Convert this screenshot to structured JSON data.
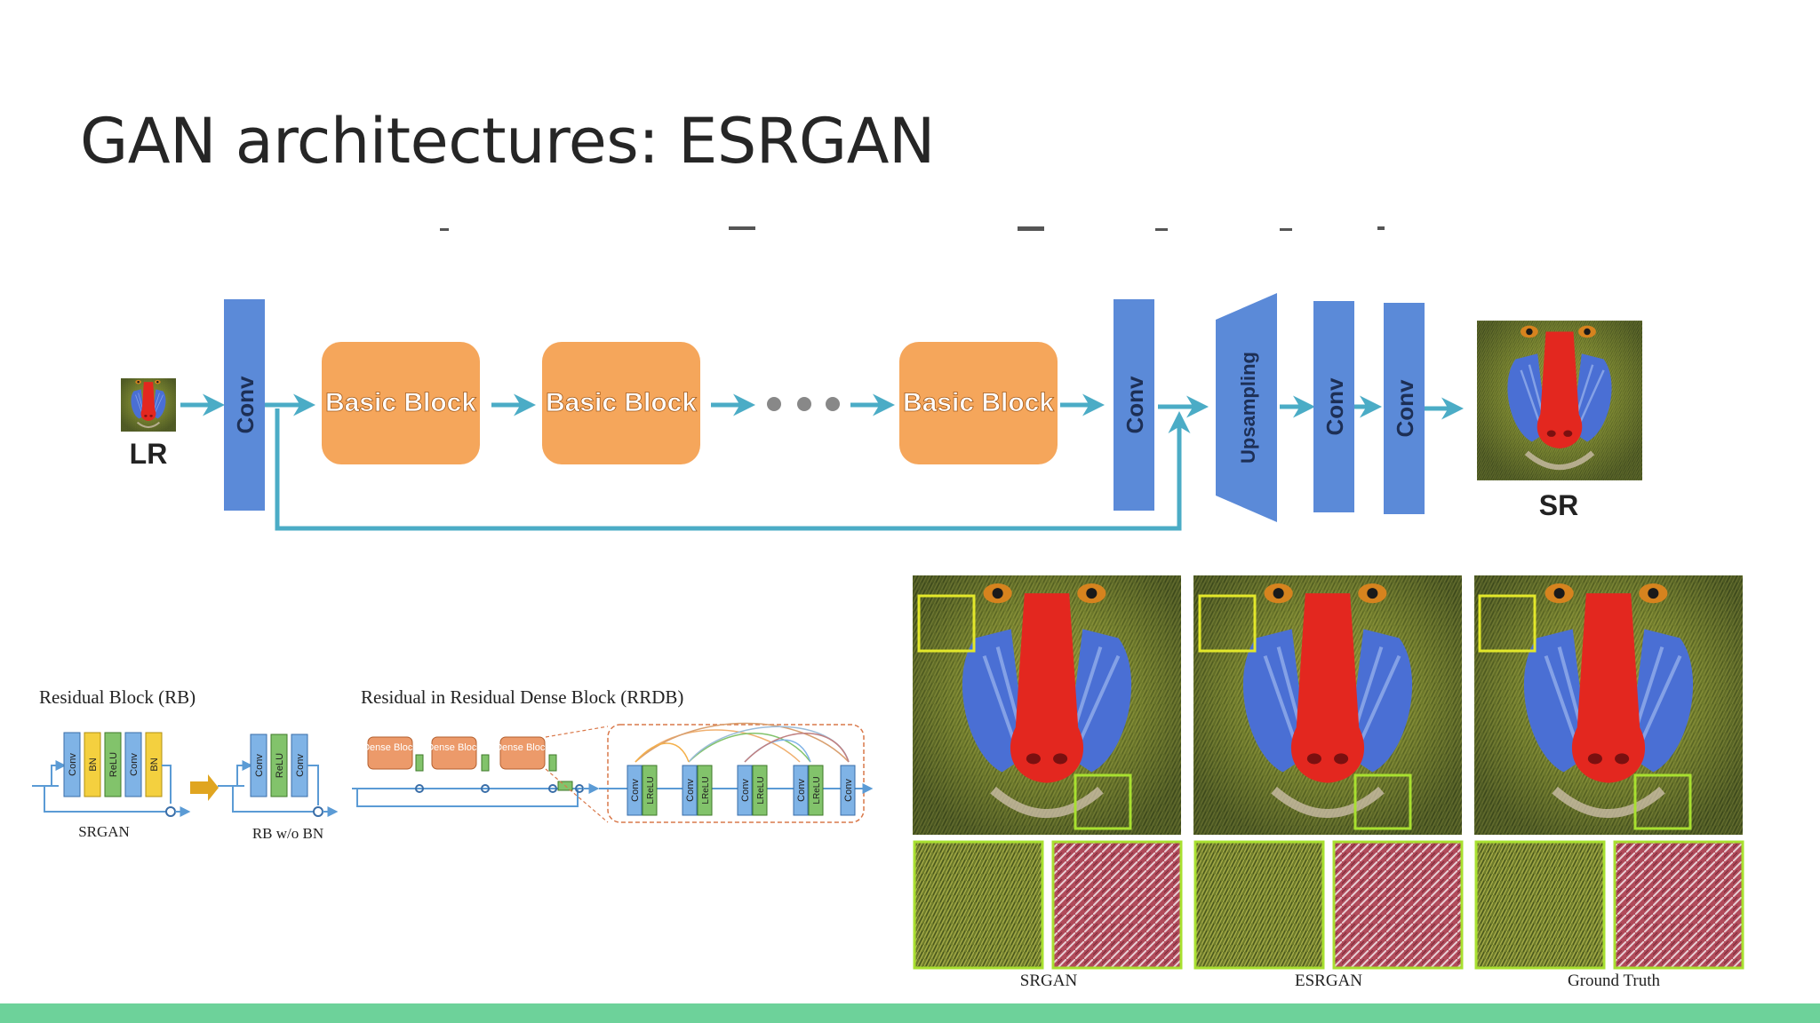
{
  "slide": {
    "title": "GAN architectures: ESRGAN"
  },
  "pipeline": {
    "lr_label": "LR",
    "sr_label": "SR",
    "conv_label": "Conv",
    "basic_block_label": "Basic Block",
    "upsampling_label": "Upsampling"
  },
  "blocks": {
    "rb_title": "Residual Block (RB)",
    "rrdb_title": "Residual in Residual Dense Block (RRDB)",
    "srgan_caption": "SRGAN",
    "rb_no_bn_caption": "RB w/o BN",
    "dense_block_label": "Dense Block",
    "conv_label": "Conv",
    "bn_label": "BN",
    "relu_label": "ReLU",
    "lrelu_label": "LReLU"
  },
  "comparison": {
    "captions": [
      "SRGAN",
      "ESRGAN",
      "Ground Truth"
    ]
  },
  "colors": {
    "conv_blue": "#5b8ad8",
    "basic_block_orange": "#f5a65b",
    "arrow_teal": "#4bacc6",
    "bn_yellow": "#f4d03f",
    "relu_green": "#82c36b",
    "dense_orange": "#ec9a6a",
    "footer_green": "#6dd29a"
  }
}
